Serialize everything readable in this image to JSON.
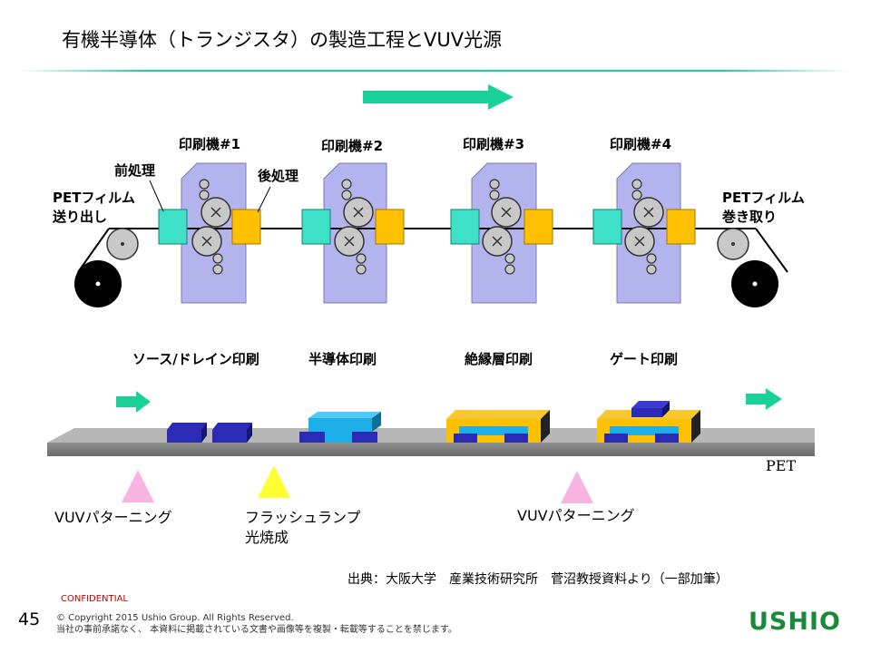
{
  "title": "有機半導体（トランジスタ）の製造工程とVUV光源",
  "printers": [
    "印刷機#1",
    "印刷機#2",
    "印刷機#3",
    "印刷機#4"
  ],
  "labels": {
    "pre_treatment": "前処理",
    "post_treatment": "後処理",
    "pet_feed_line1": "PETフィルム",
    "pet_feed_line2": "送り出し",
    "pet_take_line1": "PETフィルム",
    "pet_take_line2": "巻き取り"
  },
  "steps": [
    "ソース/ドレイン印刷",
    "半導体印刷",
    "絶縁層印刷",
    "ゲート印刷"
  ],
  "substrate_label": "PET",
  "annotations": {
    "vuv_patterning_1": "VUVパターニング",
    "flash_lamp_line1": "フラッシュランプ",
    "flash_lamp_line2": "光焼成",
    "vuv_patterning_2": "VUVパターニング"
  },
  "source": "出典：大阪大学　産業技術研究所　菅沼教授資料より（一部加筆）",
  "footer": {
    "confidential": "CONFIDENTIAL",
    "page_number": "45",
    "copyright_line1": "© Copyright 2015 Ushio Group.  All Rights Reserved.",
    "copyright_line2": "当社の事前承諾なく、 本資料に掲載されている文書や画像等を複製・転載等することを禁じます。",
    "logo": "USHIO"
  },
  "colors": {
    "accent_arrow": "#1bd19a",
    "printer_body": "#b3b3ee",
    "pre_block": "#3fe0c8",
    "post_block": "#ffc000",
    "electrode": "#2b2bb5",
    "semiconductor": "#1eaee8",
    "insulator": "#ffc000",
    "vuv_marker": "#f7b4e0",
    "flash_marker": "#ffff33",
    "logo": "#1a8a3a",
    "confidential": "#c00000"
  }
}
